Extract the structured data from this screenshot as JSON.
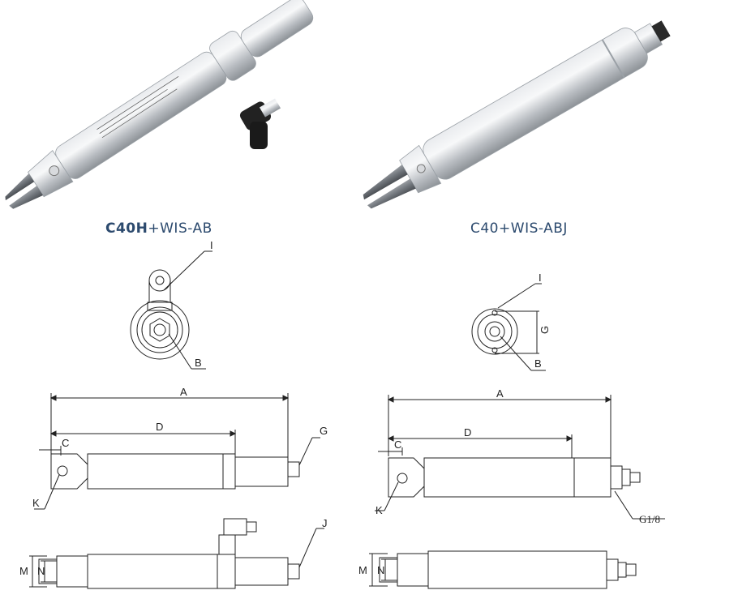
{
  "products": {
    "left": {
      "model_bold": "C40H",
      "model_rest": "+WIS-AB"
    },
    "right": {
      "model_bold": "C40",
      "model_rest": "+WIS-ABJ"
    }
  },
  "labels": {
    "left_end": {
      "i": "I",
      "b": "B"
    },
    "right_end": {
      "i": "I",
      "g": "G",
      "b": "B"
    },
    "left_side": {
      "a": "A",
      "d": "D",
      "c": "C",
      "g": "G",
      "k": "K"
    },
    "right_side": {
      "a": "A",
      "d": "D",
      "c": "C",
      "k": "K",
      "g18": "G1/8"
    },
    "left_bottom": {
      "m": "M",
      "n": "N",
      "j": "J"
    },
    "right_bottom": {
      "m": "M",
      "n": "N"
    }
  },
  "colors": {
    "title": "#2c4a6e",
    "line": "#222222",
    "metal": "#c9ccd0"
  }
}
